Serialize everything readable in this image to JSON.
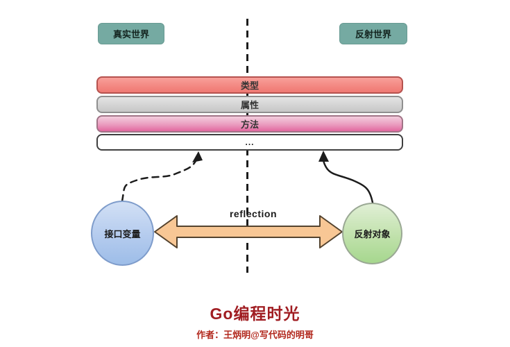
{
  "diagram": {
    "world_labels": {
      "left": "真实世界",
      "right": "反射世界"
    },
    "layers": [
      {
        "label": "类型",
        "fill": "#f2837d",
        "border": "#b5524e"
      },
      {
        "label": "属性",
        "fill": "#d2d2d2",
        "border": "#8f8f8f"
      },
      {
        "label": "方法",
        "fill": "#ea9cbf",
        "border": "#a07386"
      },
      {
        "label": "...",
        "fill": "#ffffff",
        "border": "#3f3f3f"
      }
    ],
    "nodes": {
      "interface_variable": {
        "label": "接口变量",
        "fill": "#b4cbee",
        "border": "#7e9ccb"
      },
      "reflect_object": {
        "label": "反射对象",
        "fill": "#c0e1ab",
        "border": "#9aa894"
      }
    },
    "arrow": {
      "label": "reflection",
      "fill": "#f8c795",
      "stroke": "#54432e"
    },
    "divider_color": "#1c1c1c",
    "curve_color": "#1c1c1c"
  },
  "footer": {
    "title": "Go编程时光",
    "title_color": "#a01d22",
    "author": "作者：王炳明@写代码的明哥",
    "author_color": "#b2281d"
  }
}
